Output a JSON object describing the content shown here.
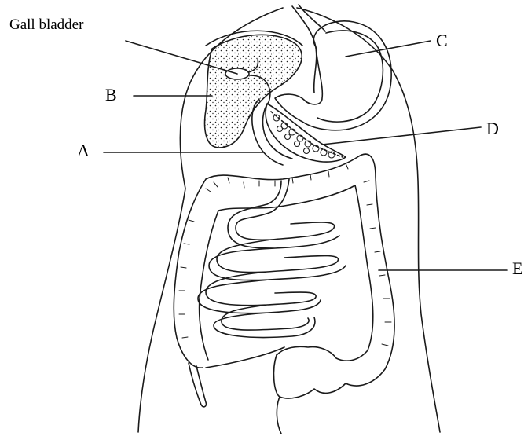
{
  "labels": {
    "gall_bladder": "Gall bladder",
    "a": "A",
    "b": "B",
    "c": "C",
    "d": "D",
    "e": "E"
  },
  "colors": {
    "ink": "#1a1a1a",
    "background": "#ffffff"
  }
}
